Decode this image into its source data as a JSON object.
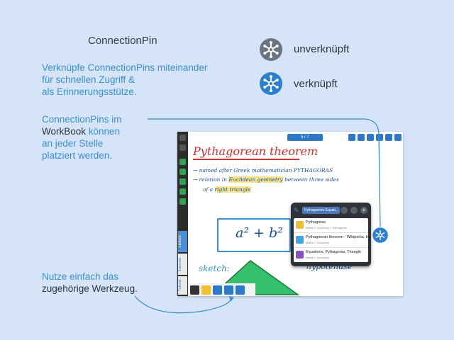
{
  "header": {
    "title": "ConnectionPin"
  },
  "intro_text": {
    "line1": "Verknüpfe ConnectionPins miteinander",
    "line2": "für schnellen Zugriff &",
    "line3": "als Erinnerungsstütze."
  },
  "legend": {
    "unlinked_label": "unverknüpft",
    "linked_label": "verknüpft",
    "unlinked_icon": "connection-pin-icon-grey",
    "linked_icon": "connection-pin-icon-blue"
  },
  "placement_text": {
    "line1": "ConnectionPins im",
    "line2_highlight": "WorkBook",
    "line2_rest": " können",
    "line3": "an jeder Stelle",
    "line4": "platziert werden."
  },
  "tool_text": {
    "line1": "Nutze einfach das",
    "line2": "zugehörige Werkzeug."
  },
  "app": {
    "page_indicator": "5 / 7",
    "side_tabs": [
      "Lecture",
      "Exercise",
      "Tutorial"
    ],
    "note": {
      "heading": "Pythagorean theorem",
      "bullet1": "→ named after Greek mathematician PYTHAGORAS",
      "bullet2_a": "→ relation in ",
      "bullet2_hl": "Euclidean geometry",
      "bullet2_b": " between three sides",
      "bullet3_a": "of a ",
      "bullet3_hl": "right triangle",
      "formula": "a² + b²",
      "sketch": "sketch:",
      "hypotenuse": "hypotenuse"
    },
    "popup": {
      "search_value": "Pythagorean Equati...",
      "items": [
        {
          "title": "Pythagoras",
          "subtitle": "Maths > Geometry > Pythagoras",
          "color": "#f0c030"
        },
        {
          "title": "Pythagorean theorem - Wikipedia, the",
          "subtitle": "Maths > Geometry",
          "color": "#3fa8e0"
        },
        {
          "title": "Equations, Pythagoras, Triangle",
          "subtitle": "Maths > Geometry",
          "color": "#8a4fc8"
        }
      ]
    }
  },
  "colors": {
    "background": "#d5e5f7",
    "accent_blue": "#3d8fd0",
    "pin_blue": "#2a7fd1",
    "pin_grey": "#6b7480"
  }
}
